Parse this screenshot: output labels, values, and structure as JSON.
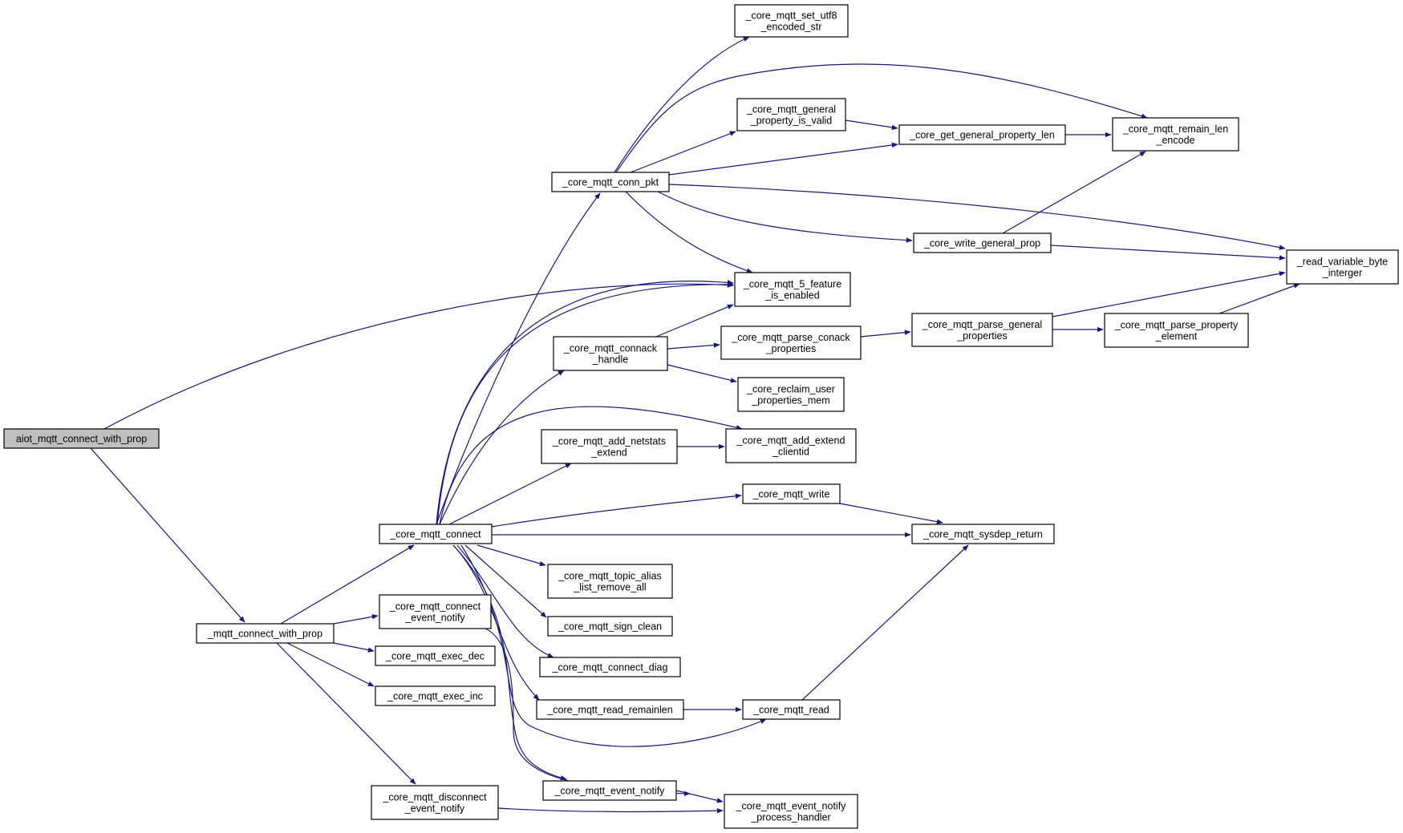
{
  "graph": {
    "edge_color": "#191970",
    "root_fill": "#bfbfbf",
    "node_fill": "#ffffff",
    "nodes": {
      "root": [
        "aiot_mqtt_connect_with_prop"
      ],
      "connect_with_prop": [
        "_mqtt_connect_with_prop"
      ],
      "feature_enabled": [
        "_core_mqtt_5_feature",
        "_is_enabled"
      ],
      "core_connect": [
        "_core_mqtt_connect"
      ],
      "connect_event_notify": [
        "_core_mqtt_connect",
        "_event_notify"
      ],
      "exec_dec": [
        "_core_mqtt_exec_dec"
      ],
      "exec_inc": [
        "_core_mqtt_exec_inc"
      ],
      "disconnect_event_notify": [
        "_core_mqtt_disconnect",
        "_event_notify"
      ],
      "conn_pkt": [
        "_core_mqtt_conn_pkt"
      ],
      "connack_handle": [
        "_core_mqtt_connack",
        "_handle"
      ],
      "add_extend_clientid": [
        "_core_mqtt_add_extend",
        "_clientid"
      ],
      "add_netstats_extend": [
        "_core_mqtt_add_netstats",
        "_extend"
      ],
      "mqtt_write": [
        "_core_mqtt_write"
      ],
      "sysdep_return": [
        "_core_mqtt_sysdep_return"
      ],
      "topic_alias_remove": [
        "_core_mqtt_topic_alias",
        "_list_remove_all"
      ],
      "sign_clean": [
        "_core_mqtt_sign_clean"
      ],
      "connect_diag": [
        "_core_mqtt_connect_diag"
      ],
      "read_remainlen": [
        "_core_mqtt_read_remainlen"
      ],
      "mqtt_read": [
        "_core_mqtt_read"
      ],
      "event_notify": [
        "_core_mqtt_event_notify"
      ],
      "event_notify_handler": [
        "_core_mqtt_event_notify",
        "_process_handler"
      ],
      "set_utf8": [
        "_core_mqtt_set_utf8",
        "_encoded_str"
      ],
      "general_valid": [
        "_core_mqtt_general",
        "_property_is_valid"
      ],
      "general_len": [
        "_core_get_general_property_len"
      ],
      "remain_len_encode": [
        "_core_mqtt_remain_len",
        "_encode"
      ],
      "write_general_prop": [
        "_core_write_general_prop"
      ],
      "read_variable": [
        "_read_variable_byte",
        "_interger"
      ],
      "parse_conack": [
        "_core_mqtt_parse_conack",
        "_properties"
      ],
      "parse_general": [
        "_core_mqtt_parse_general",
        "_properties"
      ],
      "parse_property": [
        "_core_mqtt_parse_property",
        "_element"
      ],
      "reclaim_user": [
        "_core_reclaim_user",
        "_properties_mem"
      ]
    }
  }
}
